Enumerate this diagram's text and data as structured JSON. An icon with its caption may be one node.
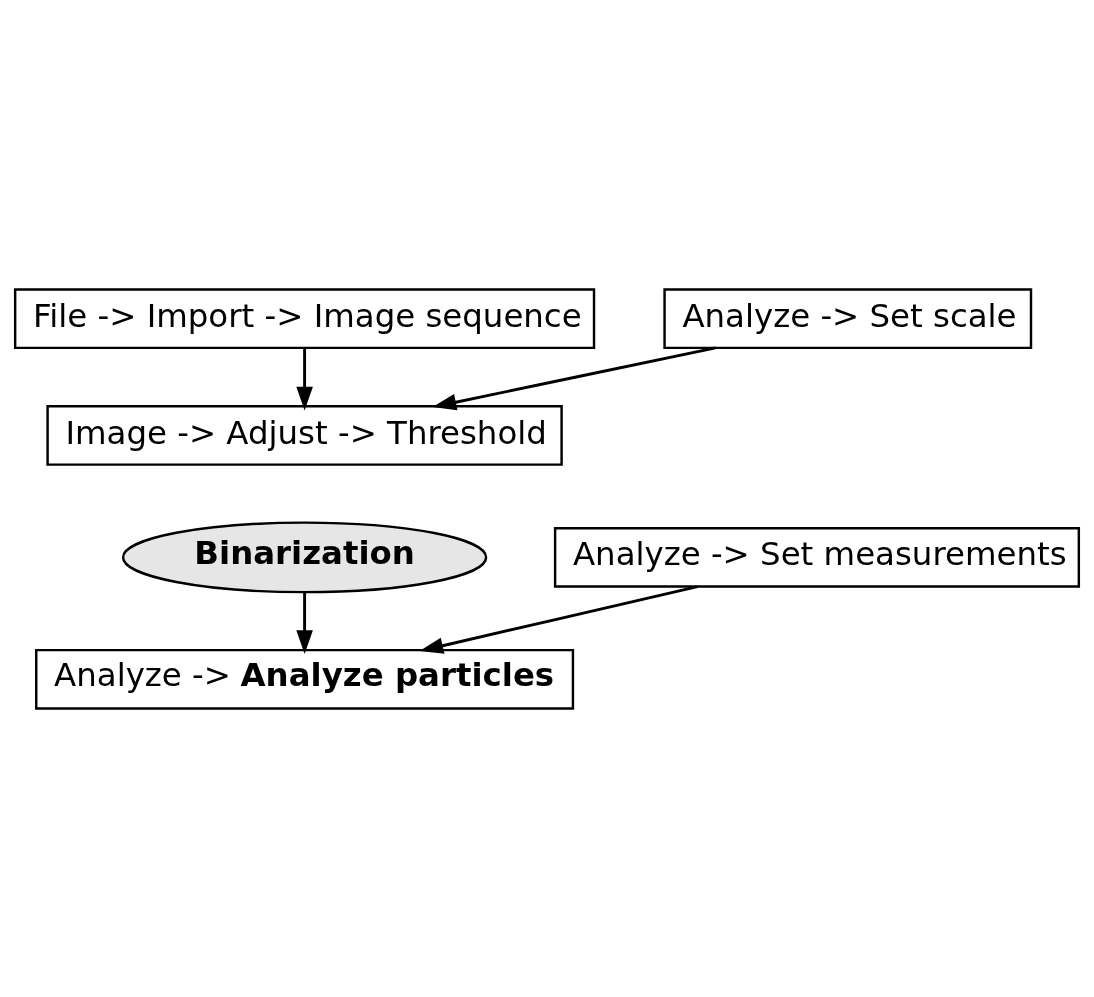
{
  "diagram": {
    "nodes": [
      {
        "text": [
          "File -> Import -> Image sequence"
        ]
      },
      {
        "text": [
          "Analyze -> Set scale"
        ]
      },
      {
        "text": [
          "Image -> Adjust -> Threshold"
        ]
      },
      {
        "text": [
          "Binarization"
        ]
      },
      {
        "text": [
          "Analyze -> Set measurements"
        ]
      },
      {
        "text": [
          "Analyze -> **Analyze particles**"
        ]
      }
    ],
    "edges": [
      {
        "from": 0,
        "to": 2,
        "arrow": "to"
      },
      {
        "from": 1,
        "to": 2,
        "arrow": "to"
      },
      {
        "from": 3,
        "to": 5,
        "arrow": "to"
      },
      {
        "from": 4,
        "to": 5,
        "arrow": "to"
      }
    ]
  }
}
